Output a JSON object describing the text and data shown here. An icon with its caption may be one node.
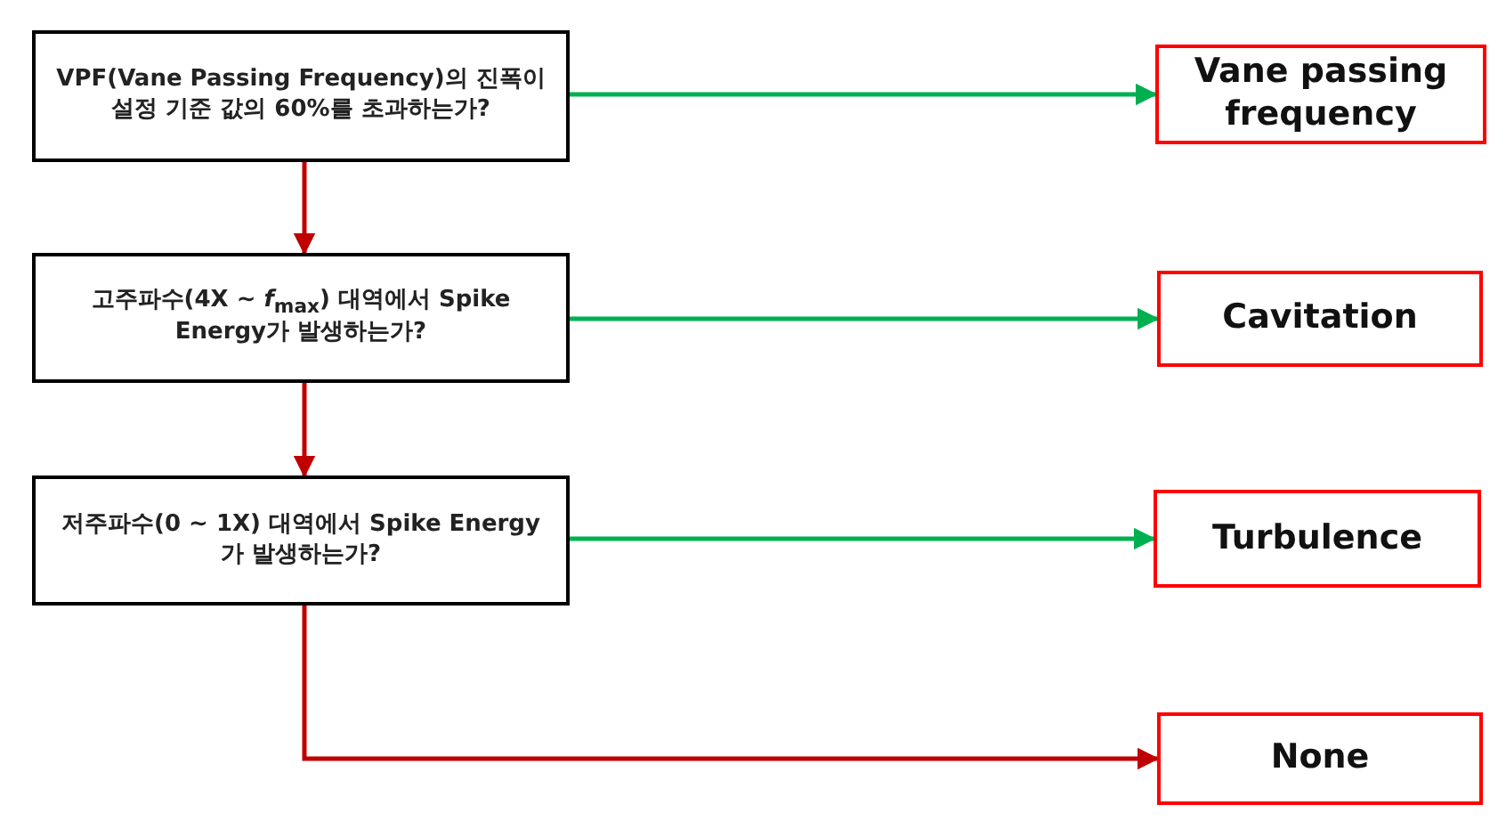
{
  "diagram": {
    "nodes": [
      {
        "text": [
          "VPF(Vane Passing Frequency)의 진폭이 설정 기준 값의 60%를 초과하는가?"
        ]
      },
      {
        "text": [
          "고주파수(4X ~ *f*$_{max}$) 대역에서 Spike Energy가 발생하는가?"
        ]
      },
      {
        "text": [
          "저주파수(0 ~ 1X) 대역에서 Spike Energy가 발생하는가?"
        ]
      },
      {
        "text": [
          "Vane passing frequency"
        ]
      },
      {
        "text": [
          "Cavitation"
        ]
      },
      {
        "text": [
          "Turbulence"
        ]
      },
      {
        "text": [
          "None"
        ]
      }
    ],
    "edges": [
      {
        "from": 0,
        "to": 3,
        "arrow": "to",
        "color": "#00b050"
      },
      {
        "from": 0,
        "to": 1,
        "arrow": "to",
        "color": "#c00000"
      },
      {
        "from": 1,
        "to": 4,
        "arrow": "to",
        "color": "#00b050"
      },
      {
        "from": 1,
        "to": 2,
        "arrow": "to",
        "color": "#c00000"
      },
      {
        "from": 2,
        "to": 5,
        "arrow": "to",
        "color": "#00b050"
      },
      {
        "from": 2,
        "to": 6,
        "arrow": "to",
        "color": "#c00000"
      }
    ]
  }
}
